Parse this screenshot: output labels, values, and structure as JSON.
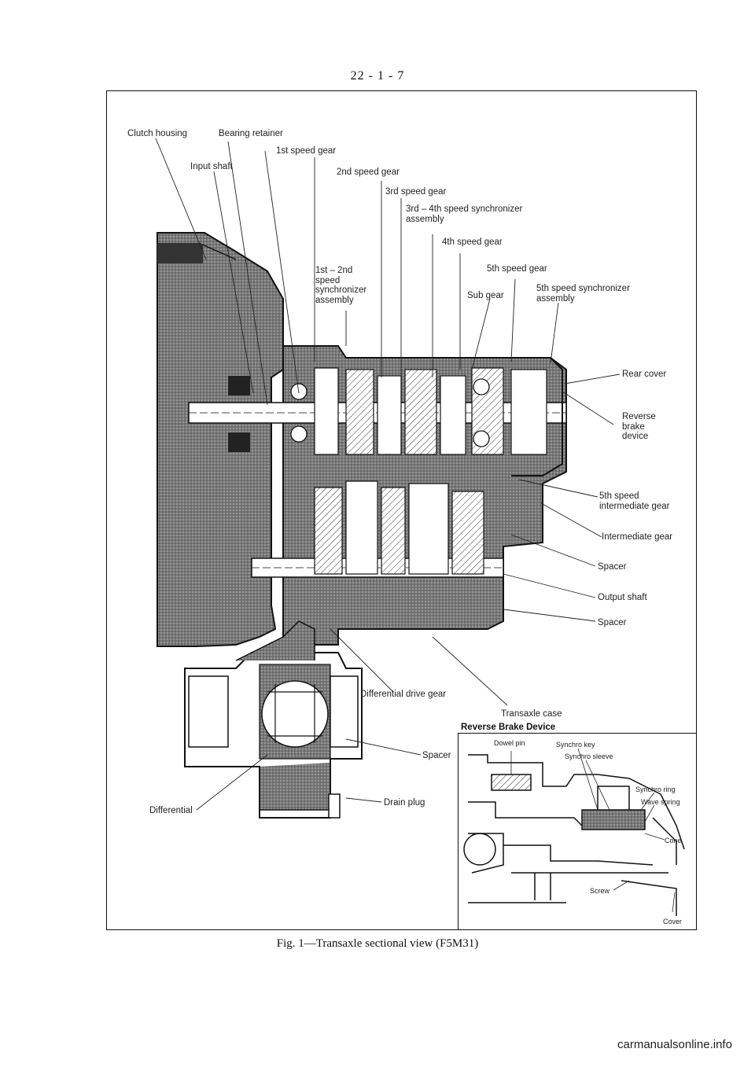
{
  "page_number": "22 - 1 - 7",
  "labels": {
    "clutch_housing": "Clutch housing",
    "bearing_retainer": "Bearing retainer",
    "first_speed_gear": "1st speed gear",
    "input_shaft": "Input shaft",
    "second_speed_gear": "2nd speed gear",
    "third_speed_gear": "3rd speed gear",
    "synchronizer_34": "3rd – 4th speed synchronizer assembly",
    "fourth_speed_gear": "4th speed gear",
    "synchronizer_12": "1st – 2nd speed synchronizer assembly",
    "fifth_speed_gear": "5th speed gear",
    "sub_gear": "Sub gear",
    "synchronizer_5": "5th speed synchronizer assembly",
    "rear_cover": "Rear cover",
    "reverse_brake_device": "Reverse brake device",
    "fifth_intermediate_gear": "5th speed intermediate gear",
    "intermediate_gear": "Intermediate gear",
    "spacer_1": "Spacer",
    "output_shaft": "Output shaft",
    "spacer_2": "Spacer",
    "differential_drive_gear": "Differential drive gear",
    "transaxle_case": "Transaxle case",
    "spacer_3": "Spacer",
    "drain_plug": "Drain plug",
    "differential": "Differential"
  },
  "inset": {
    "title": "Reverse Brake Device",
    "labels": {
      "dowel_pin": "Dowel pin",
      "synchro_key": "Synchro key",
      "synchro_sleeve": "Synchro sleeve",
      "synchro_ring": "Synchro ring",
      "wave_spring": "Wave spring",
      "cone": "Cone",
      "screw": "Screw",
      "cover": "Cover"
    }
  },
  "caption": "Fig. 1—Transaxle sectional view (F5M31)",
  "watermark": "carmanualsonline.info"
}
